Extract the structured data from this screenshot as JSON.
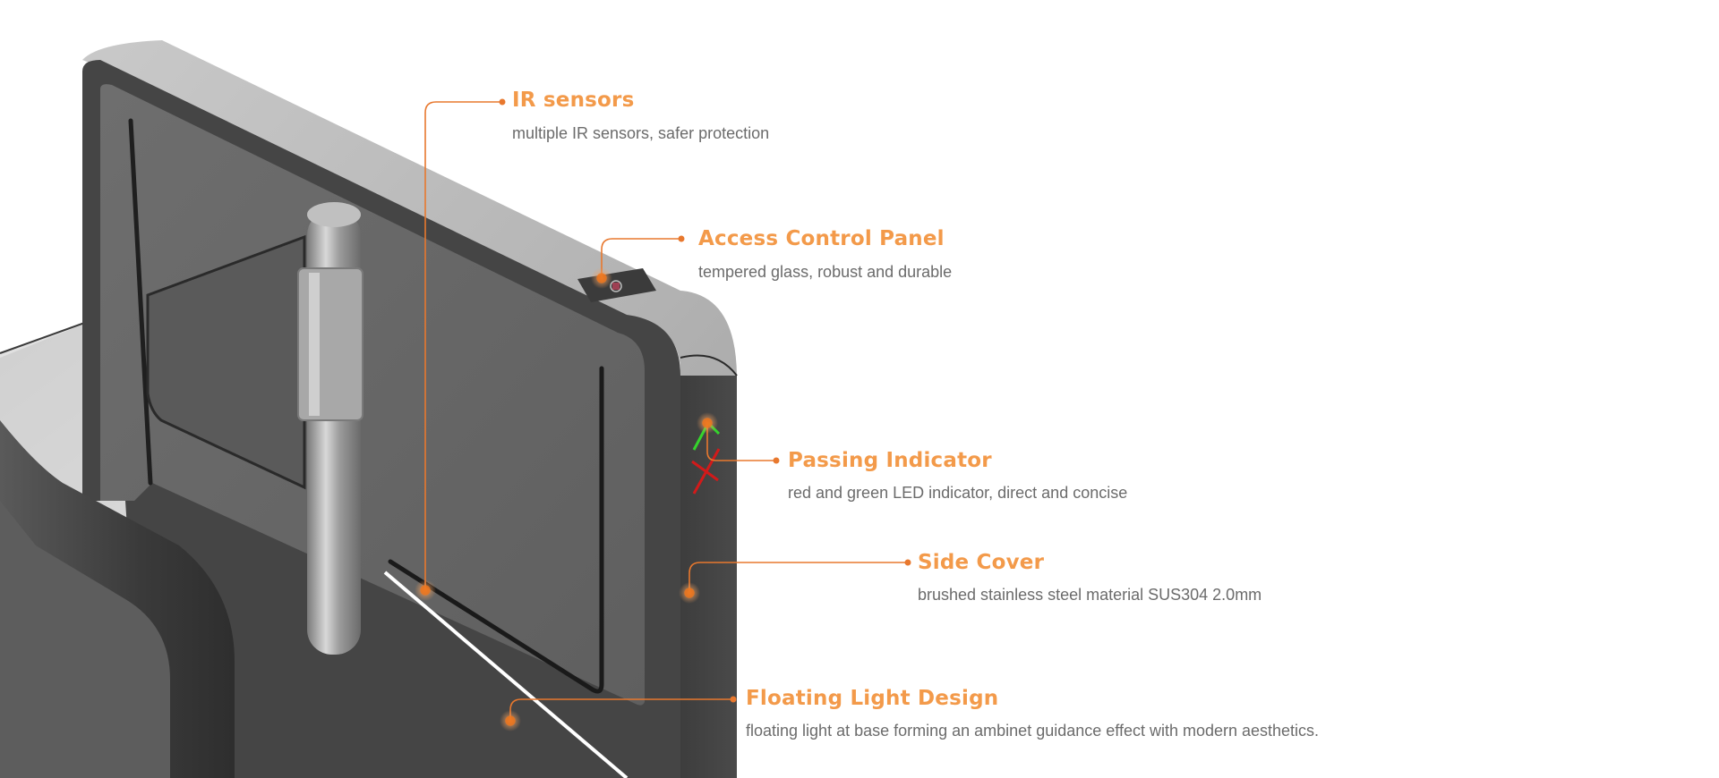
{
  "theme": {
    "accent": "#f08a3c",
    "title_color": "#f39a4a",
    "desc_color": "#6b6b6b",
    "led_green": "#35d42c",
    "led_red": "#d21a1a"
  },
  "callouts": [
    {
      "id": "ir-sensors",
      "title": "IR sensors",
      "description": "multiple IR sensors, safer protection"
    },
    {
      "id": "access-control-panel",
      "title": "Access Control Panel",
      "description": "tempered glass, robust and durable"
    },
    {
      "id": "passing-indicator",
      "title": "Passing Indicator",
      "description": "red and green LED indicator, direct and concise"
    },
    {
      "id": "side-cover",
      "title": "Side Cover",
      "description": "brushed stainless steel material SUS304 2.0mm"
    },
    {
      "id": "floating-light-design",
      "title": "Floating Light Design",
      "description": "floating light at base forming an ambinet guidance effect with modern aesthetics."
    }
  ]
}
